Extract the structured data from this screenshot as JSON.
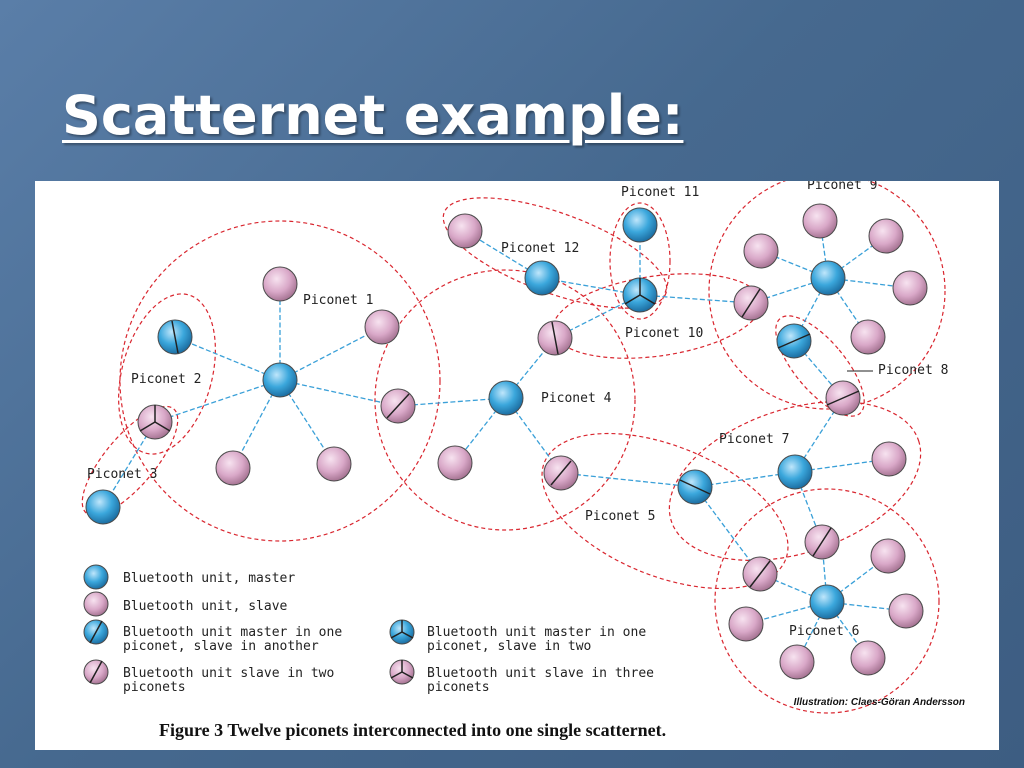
{
  "slide": {
    "title": "Scatternet example:"
  },
  "figure": {
    "piconet_labels": [
      "Piconet 1",
      "Piconet 2",
      "Piconet 3",
      "Piconet 4",
      "Piconet 5",
      "Piconet 6",
      "Piconet 7",
      "Piconet 8",
      "Piconet 9",
      "Piconet 10",
      "Piconet 11",
      "Piconet 12"
    ],
    "legend": {
      "master": "Bluetooth unit, master",
      "slave": "Bluetooth unit, slave",
      "master_slave_line1": "Bluetooth unit master in one",
      "master_slave_line2": "piconet, slave in another",
      "slave_two_line1": "Bluetooth unit slave in two",
      "slave_two_line2": "piconets",
      "master_slave_two_line1": "Bluetooth unit master in one",
      "master_slave_two_line2": "piconet, slave in two",
      "slave_three_line1": "Bluetooth unit slave in three",
      "slave_three_line2": "piconets"
    },
    "credit": "Illustration: Claes-Göran Andersson",
    "caption": "Figure 3 Twelve piconets interconnected into one single scatternet."
  },
  "colors": {
    "master": "#3ba7dc",
    "slave": "#d9a8c8",
    "piconet_border": "#d9262f",
    "link": "#3aa0d8"
  }
}
